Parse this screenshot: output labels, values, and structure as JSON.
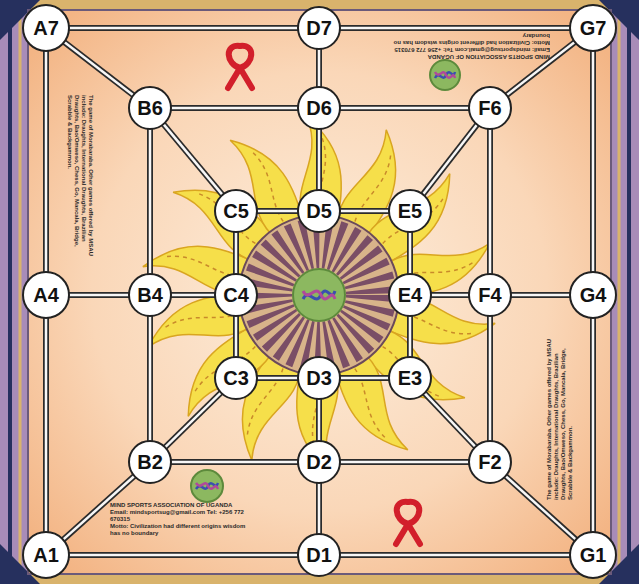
{
  "diagram": {
    "nodes": [
      {
        "text": [
          "A7"
        ]
      },
      {
        "text": [
          "D7"
        ]
      },
      {
        "text": [
          "G7"
        ]
      },
      {
        "text": [
          "B6"
        ]
      },
      {
        "text": [
          "D6"
        ]
      },
      {
        "text": [
          "F6"
        ]
      },
      {
        "text": [
          "C5"
        ]
      },
      {
        "text": [
          "D5"
        ]
      },
      {
        "text": [
          "E5"
        ]
      },
      {
        "text": [
          "A4"
        ]
      },
      {
        "text": [
          "B4"
        ]
      },
      {
        "text": [
          "C4"
        ]
      },
      {
        "text": [
          "E4"
        ]
      },
      {
        "text": [
          "F4"
        ]
      },
      {
        "text": [
          "G4"
        ]
      },
      {
        "text": [
          "C3"
        ]
      },
      {
        "text": [
          "D3"
        ]
      },
      {
        "text": [
          "E3"
        ]
      },
      {
        "text": [
          "B2"
        ]
      },
      {
        "text": [
          "D2"
        ]
      },
      {
        "text": [
          "F2"
        ]
      },
      {
        "text": [
          "A1"
        ]
      },
      {
        "text": [
          "D1"
        ]
      },
      {
        "text": [
          "G1"
        ]
      }
    ],
    "edges": [
      {
        "from": 0,
        "to": 1,
        "arrow": "none"
      },
      {
        "from": 1,
        "to": 2,
        "arrow": "none"
      },
      {
        "from": 2,
        "to": 14,
        "arrow": "none"
      },
      {
        "from": 14,
        "to": 23,
        "arrow": "none"
      },
      {
        "from": 23,
        "to": 22,
        "arrow": "none"
      },
      {
        "from": 22,
        "to": 21,
        "arrow": "none"
      },
      {
        "from": 21,
        "to": 9,
        "arrow": "none"
      },
      {
        "from": 9,
        "to": 0,
        "arrow": "none"
      },
      {
        "from": 3,
        "to": 4,
        "arrow": "none"
      },
      {
        "from": 4,
        "to": 5,
        "arrow": "none"
      },
      {
        "from": 5,
        "to": 13,
        "arrow": "none"
      },
      {
        "from": 13,
        "to": 20,
        "arrow": "none"
      },
      {
        "from": 20,
        "to": 19,
        "arrow": "none"
      },
      {
        "from": 19,
        "to": 18,
        "arrow": "none"
      },
      {
        "from": 18,
        "to": 10,
        "arrow": "none"
      },
      {
        "from": 10,
        "to": 3,
        "arrow": "none"
      },
      {
        "from": 6,
        "to": 7,
        "arrow": "none"
      },
      {
        "from": 7,
        "to": 8,
        "arrow": "none"
      },
      {
        "from": 8,
        "to": 12,
        "arrow": "none"
      },
      {
        "from": 12,
        "to": 17,
        "arrow": "none"
      },
      {
        "from": 17,
        "to": 16,
        "arrow": "none"
      },
      {
        "from": 16,
        "to": 15,
        "arrow": "none"
      },
      {
        "from": 15,
        "to": 11,
        "arrow": "none"
      },
      {
        "from": 11,
        "to": 6,
        "arrow": "none"
      },
      {
        "from": 1,
        "to": 4,
        "arrow": "none"
      },
      {
        "from": 4,
        "to": 7,
        "arrow": "none"
      },
      {
        "from": 9,
        "to": 10,
        "arrow": "none"
      },
      {
        "from": 10,
        "to": 11,
        "arrow": "none"
      },
      {
        "from": 12,
        "to": 13,
        "arrow": "none"
      },
      {
        "from": 13,
        "to": 14,
        "arrow": "none"
      },
      {
        "from": 16,
        "to": 19,
        "arrow": "none"
      },
      {
        "from": 19,
        "to": 22,
        "arrow": "none"
      },
      {
        "from": 0,
        "to": 3,
        "arrow": "none"
      },
      {
        "from": 3,
        "to": 6,
        "arrow": "none"
      },
      {
        "from": 2,
        "to": 5,
        "arrow": "none"
      },
      {
        "from": 5,
        "to": 8,
        "arrow": "none"
      },
      {
        "from": 21,
        "to": 18,
        "arrow": "none"
      },
      {
        "from": 18,
        "to": 15,
        "arrow": "none"
      },
      {
        "from": 23,
        "to": 20,
        "arrow": "none"
      },
      {
        "from": 20,
        "to": 17,
        "arrow": "none"
      }
    ],
    "labels": [
      "MIND SPORTS ASSOCIATION OF UGANDA",
      "Email: mindsportsug@gmail.com Tel: +256 772 670315",
      "Motto: Civilization had different origins wisdom has no boundary",
      "MIND SPORTS ASSOCIATION OF UGANDA",
      "Email: mindsportsug@gmail.com Tel: +256 772 670315",
      "Motto: Civilization had different origins wisdom has no boundary",
      "The game of Morabaraba. Other games offered by MSAU include: Draughts, International Draughts, Brazilian Draughts, Bao/Omweso, Chess, Go, Mancala, Bridge, Scrabble & Backgammon.",
      "The game of Morabaraba. Other games offered by MSAU include: Draughts, International Draughts, Brazilian Draughts, Bao/Omweso, Chess, Go, Mancala, Bridge, Scrabble & Backgammon."
    ]
  }
}
